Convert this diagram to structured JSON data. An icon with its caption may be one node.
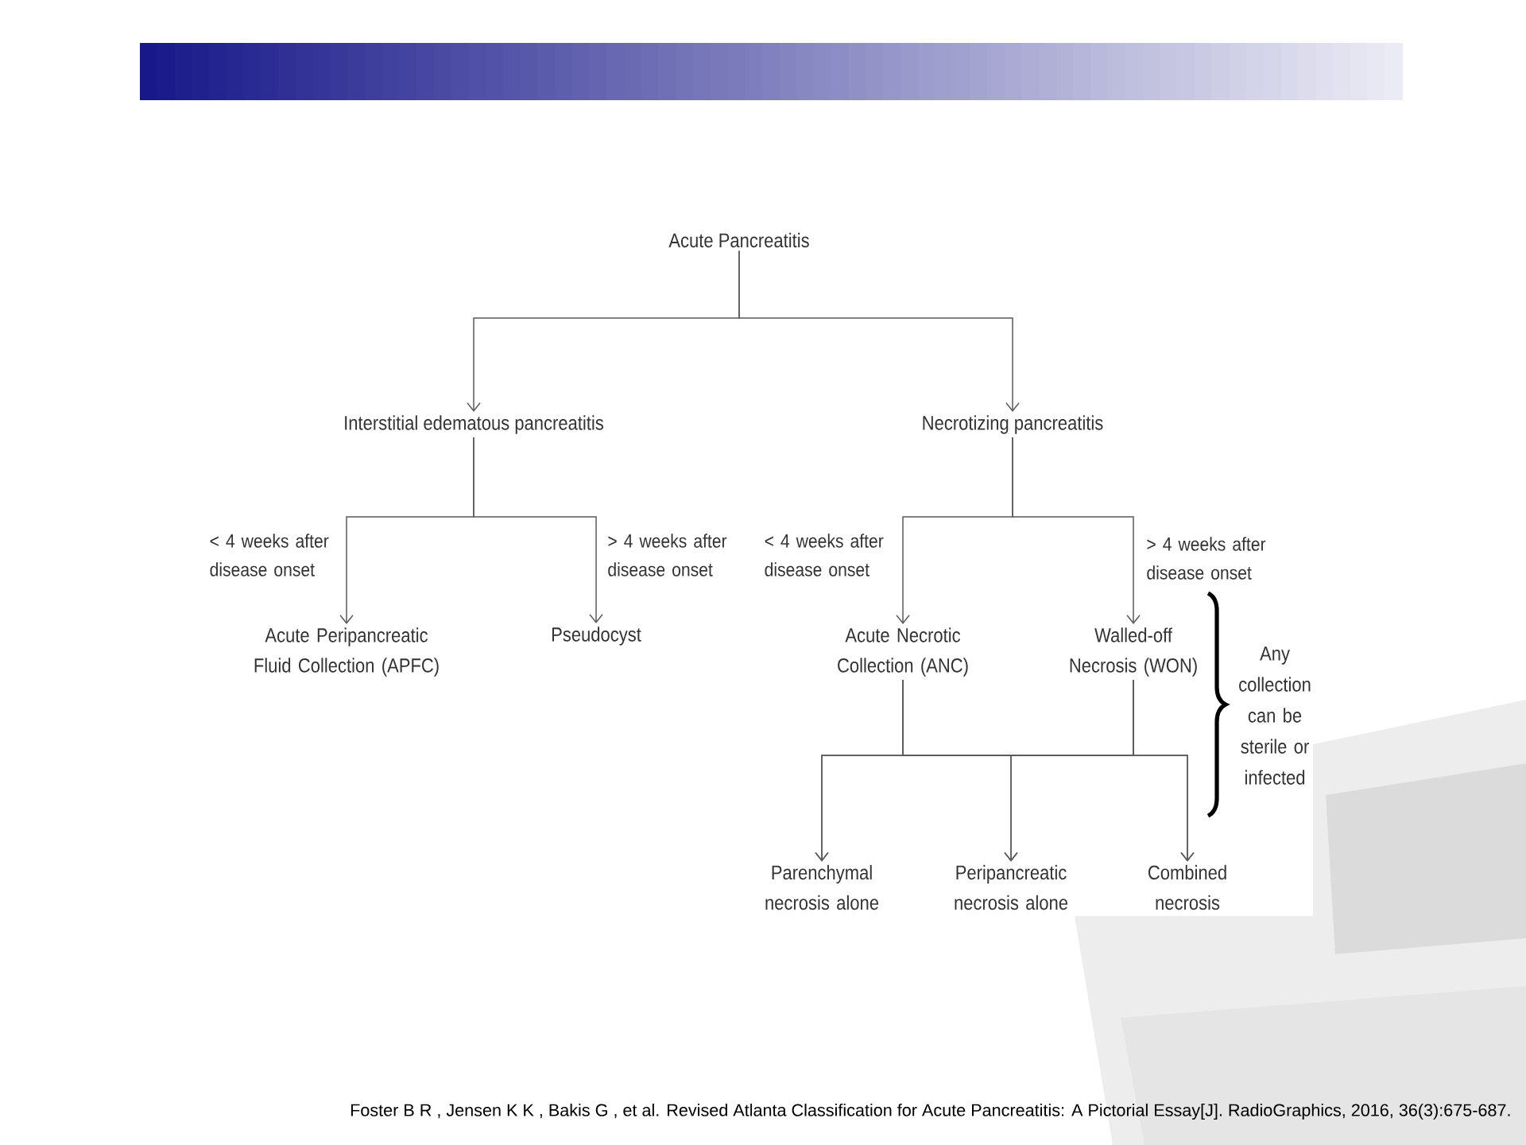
{
  "diagram": {
    "caption": "Foster B R , Jensen K K , Bakis G , et al. Revised Atlanta Classification for Acute Pancreatitis: A Pictorial Essay[J]. RadioGraphics, 2016, 36(3):675-687.",
    "nodes": [
      {
        "text": [
          "Acute Pancreatitis"
        ]
      },
      {
        "text": [
          "Interstitial edematous pancreatitis"
        ]
      },
      {
        "text": [
          "Necrotizing pancreatitis"
        ]
      },
      {
        "text": [
          "Acute Peripancreatic Fluid Collection (APFC)"
        ]
      },
      {
        "text": [
          "Pseudocyst"
        ]
      },
      {
        "text": [
          "Acute Necrotic Collection (ANC)"
        ]
      },
      {
        "text": [
          "Walled-off Necrosis (WON)"
        ]
      },
      {
        "text": [
          "Parenchymal necrosis alone"
        ]
      },
      {
        "text": [
          "Peripancreatic necrosis alone"
        ]
      },
      {
        "text": [
          "Combined necrosis"
        ]
      }
    ],
    "edges": [
      {
        "from": 0,
        "to": 1,
        "arrow": "to"
      },
      {
        "from": 0,
        "to": 2,
        "arrow": "to"
      },
      {
        "from": 1,
        "to": 3,
        "arrow": "to",
        "label": "< 4 weeks after disease onset"
      },
      {
        "from": 1,
        "to": 4,
        "arrow": "to",
        "label": "> 4 weeks after disease onset"
      },
      {
        "from": 2,
        "to": 5,
        "arrow": "to",
        "label": "< 4 weeks after disease onset"
      },
      {
        "from": 2,
        "to": 6,
        "arrow": "to",
        "label": "> 4 weeks after disease onset"
      },
      {
        "from": 5,
        "to": 7,
        "arrow": "to"
      },
      {
        "from": 5,
        "to": 8,
        "arrow": "to"
      },
      {
        "from": 5,
        "to": 9,
        "arrow": "to"
      },
      {
        "from": 6,
        "to": 7,
        "arrow": "to"
      },
      {
        "from": 6,
        "to": 8,
        "arrow": "to"
      },
      {
        "from": 6,
        "to": 9,
        "arrow": "to"
      }
    ],
    "labels": [
      "Any collection can be sterile or infected"
    ]
  }
}
